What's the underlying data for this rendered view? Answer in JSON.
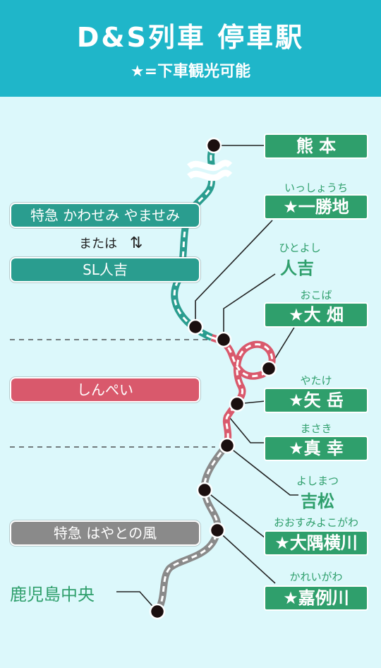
{
  "header": {
    "title": "D&S列車 停車駅",
    "subtitle": "★=下車観光可能"
  },
  "colors": {
    "header_bg": "#1fb6c9",
    "background": "#dcf8fb",
    "station_green": "#2f9f6c",
    "kawasemi_teal": "#2a9d8f",
    "shinpei_red": "#d9596c",
    "hayato_gray": "#8a8a8a"
  },
  "trains": {
    "kawasemi": "特急 かわせみ やませみ",
    "or_text": "または",
    "swap_icon": "⇅",
    "sl": "SL人吉",
    "shinpei": "しんぺい",
    "hayato": "特急 はやとの風"
  },
  "stations": [
    {
      "ruby": "",
      "name": "熊 本"
    },
    {
      "ruby": "いっしょうち",
      "name": "★一勝地"
    },
    {
      "ruby": "ひとよし",
      "name": "人吉"
    },
    {
      "ruby": "おこば",
      "name": "★大 畑"
    },
    {
      "ruby": "やたけ",
      "name": "★矢 岳"
    },
    {
      "ruby": "まさき",
      "name": "★真 幸"
    },
    {
      "ruby": "よしまつ",
      "name": "吉松"
    },
    {
      "ruby": "おおすみよこがわ",
      "name": "★大隅横川"
    },
    {
      "ruby": "かれいがわ",
      "name": "★嘉例川"
    },
    {
      "ruby": "",
      "name": "鹿児島中央"
    }
  ]
}
